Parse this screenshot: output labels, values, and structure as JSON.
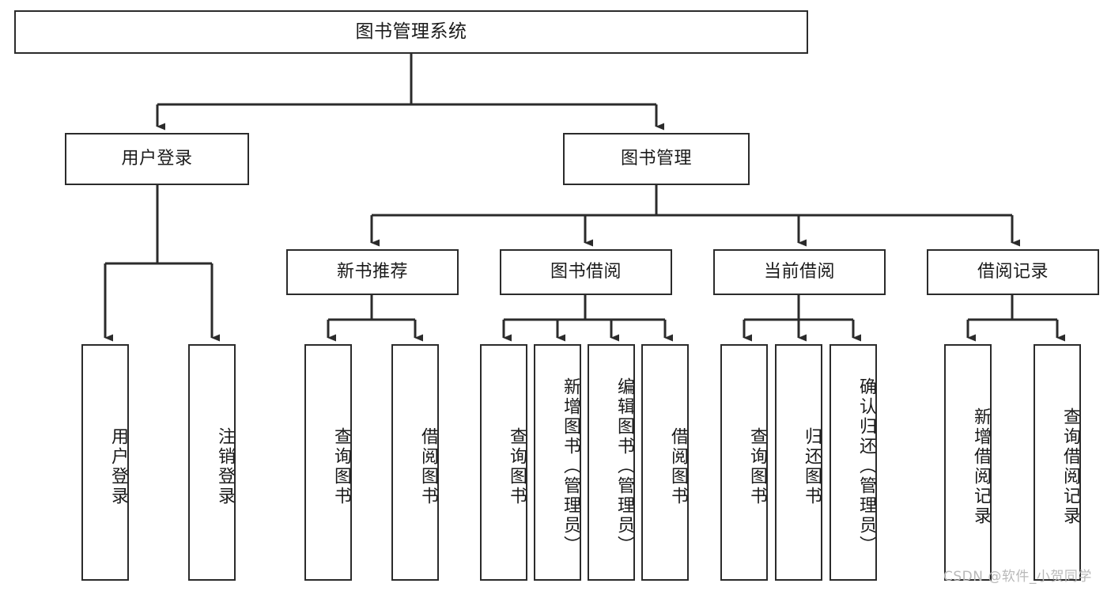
{
  "diagram": {
    "title": "图书管理系统",
    "type": "functional-structure-tree",
    "orientation": "top-down",
    "line_color": "#2b2b2b",
    "box_fill": "#ffffff",
    "text_color": "#1a1a1a"
  },
  "root": {
    "label": "图书管理系统"
  },
  "level2": [
    {
      "label": "用户登录"
    },
    {
      "label": "图书管理"
    }
  ],
  "level3": [
    {
      "label": "新书推荐"
    },
    {
      "label": "图书借阅"
    },
    {
      "label": "当前借阅"
    },
    {
      "label": "借阅记录"
    }
  ],
  "leaves": {
    "user_login": [
      {
        "label": "用户登录"
      },
      {
        "label": "注销登录"
      }
    ],
    "new_book_recommend": [
      {
        "label": "查询图书"
      },
      {
        "label": "借阅图书"
      }
    ],
    "book_borrow": [
      {
        "label": "查询图书"
      },
      {
        "label": "新增图书（管理员）"
      },
      {
        "label": "编辑图书（管理员）"
      },
      {
        "label": "借阅图书"
      }
    ],
    "current_borrow": [
      {
        "label": "查询图书"
      },
      {
        "label": "归还图书"
      },
      {
        "label": "确认归还（管理员）"
      }
    ],
    "borrow_record": [
      {
        "label": "新增借阅记录"
      },
      {
        "label": "查询借阅记录"
      }
    ]
  },
  "watermark": {
    "text": "CSDN @软件_小贺同学"
  }
}
